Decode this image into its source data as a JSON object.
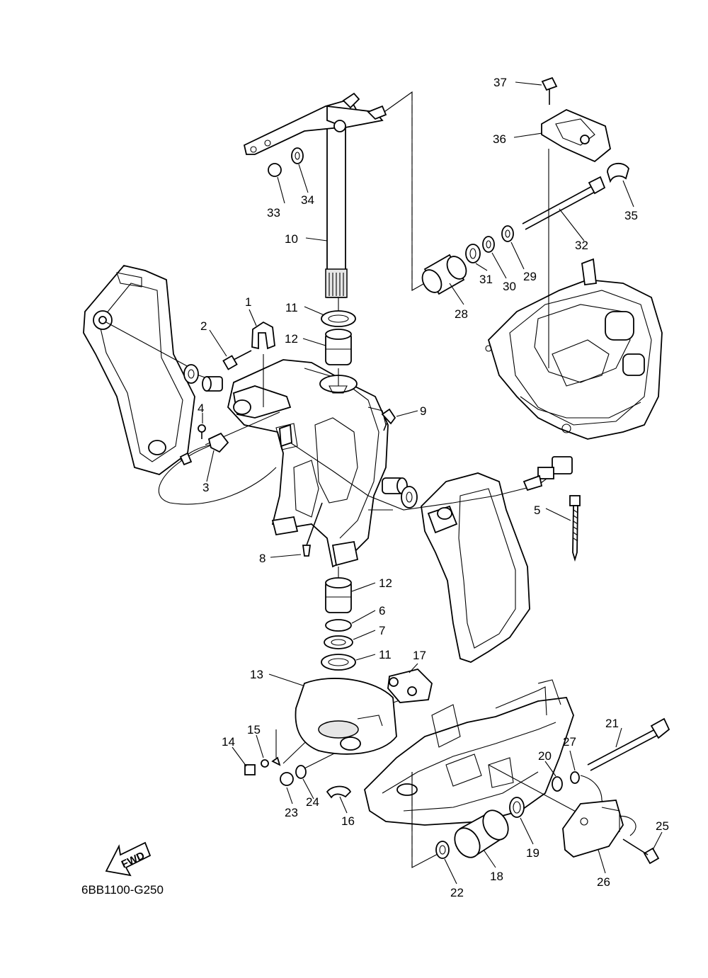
{
  "diagram_code": "6BB1100-G250",
  "fwd_label": "FWD",
  "callouts": [
    "1",
    "2",
    "3",
    "4",
    "5",
    "6",
    "7",
    "8",
    "9",
    "10",
    "11",
    "11",
    "12",
    "12",
    "13",
    "14",
    "15",
    "16",
    "17",
    "18",
    "19",
    "20",
    "21",
    "22",
    "23",
    "24",
    "25",
    "26",
    "27",
    "28",
    "29",
    "30",
    "31",
    "32",
    "33",
    "34",
    "35",
    "36",
    "37"
  ]
}
